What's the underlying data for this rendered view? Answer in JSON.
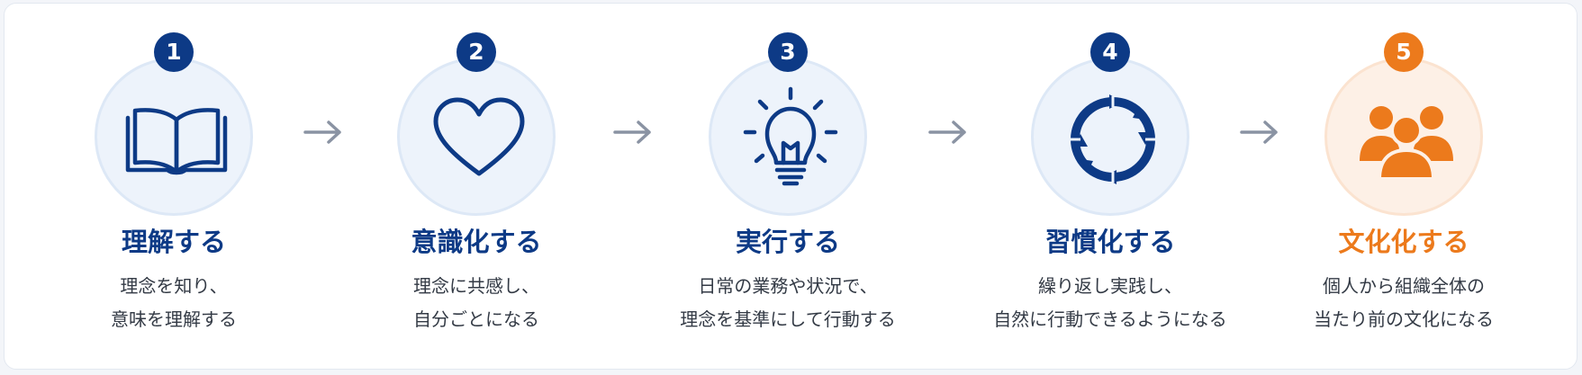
{
  "steps": [
    {
      "number": "1",
      "title": "理解する",
      "desc": [
        "理念を知り、",
        "意味を理解する"
      ],
      "icon": "open-book-icon"
    },
    {
      "number": "2",
      "title": "意識化する",
      "desc": [
        "理念に共感し、",
        "自分ごとになる"
      ],
      "icon": "heart-icon"
    },
    {
      "number": "3",
      "title": "実行する",
      "desc": [
        "日常の業務や状況で、",
        "理念を基準にして行動する"
      ],
      "icon": "lightbulb-icon"
    },
    {
      "number": "4",
      "title": "習慣化する",
      "desc": [
        "繰り返し実践し、",
        "自然に行動できるようになる"
      ],
      "icon": "cycle-icon"
    },
    {
      "number": "5",
      "title": "文化化する",
      "desc": [
        "個人から組織全体の",
        "当たり前の文化になる"
      ],
      "icon": "people-group-icon"
    }
  ],
  "colors": {
    "primary": "#0d3a86",
    "accent": "#ec7a1c",
    "arrow": "#8a93a3",
    "circle_bg": "#edf3fb",
    "accent_circle_bg": "#fdf0e6"
  }
}
